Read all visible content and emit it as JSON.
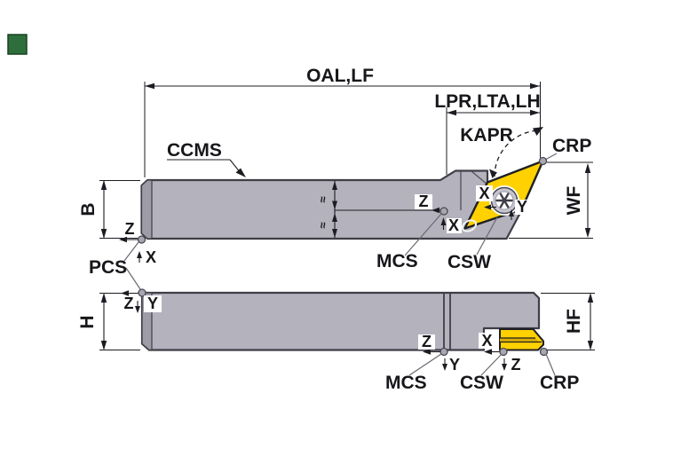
{
  "marker": {
    "color": "#2e6e3c"
  },
  "colors": {
    "body": "#b4b3bd",
    "body_shade": "#9d9ca7",
    "outline": "#3f3e47",
    "insert_yellow": "#ffd100",
    "insert_band": "#d9ae00",
    "dim_line": "#1c1c22",
    "marker_dot": "#a8a7b1"
  },
  "top_view": {
    "dim_oal": "OAL,LF",
    "dim_lpr": "LPR,LTA,LH",
    "angle_kapr": "KAPR",
    "point_crp": "CRP",
    "label_ccms": "CCMS",
    "dim_b": "B",
    "dim_wf": "WF",
    "axis_z": "Z",
    "axis_x_mcs": "X",
    "axis_x_insert": "X",
    "axis_y_insert": "Y",
    "point_mcs": "MCS",
    "point_csw": "CSW",
    "approx_upper": "≈",
    "approx_lower": "≈"
  },
  "label_pcs": "PCS",
  "pcs_top": {
    "axis_z": "Z",
    "axis_x": "X"
  },
  "bottom_view": {
    "dim_h": "H",
    "dim_hf": "HF",
    "axis_z_left": "Z",
    "axis_y_left": "Y",
    "axis_z_mcs": "Z",
    "axis_y_mcs": "Y",
    "point_mcs": "MCS",
    "axis_x_csw": "X",
    "axis_z_csw": "Z",
    "point_csw": "CSW",
    "point_crp": "CRP"
  }
}
